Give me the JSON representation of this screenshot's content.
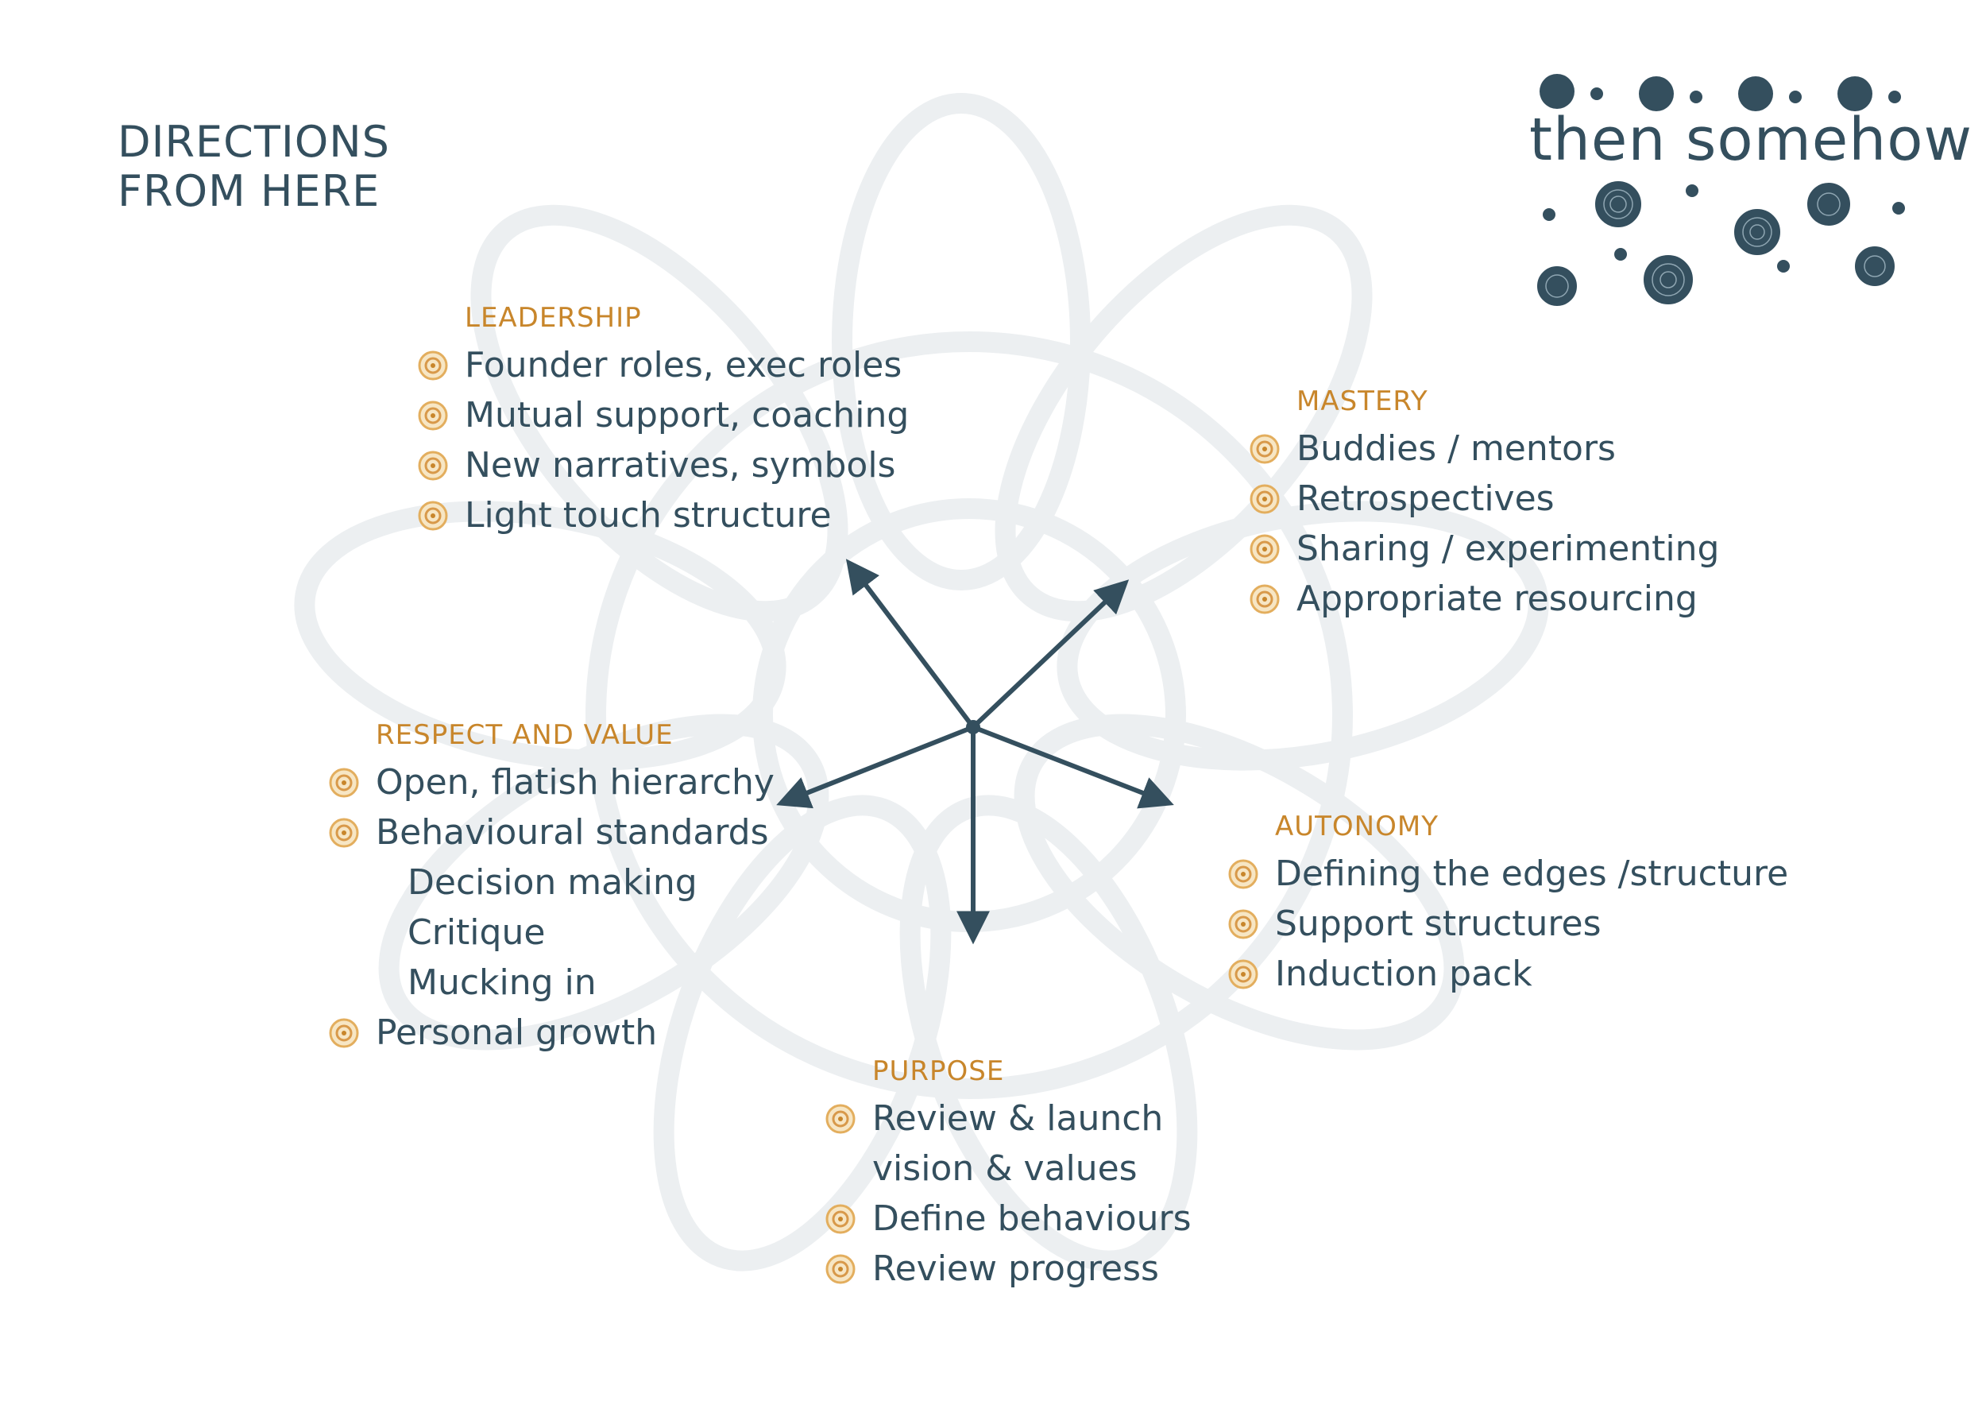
{
  "title": {
    "line1": "DIRECTIONS",
    "line2": "FROM HERE"
  },
  "logo": {
    "text": "then somehow"
  },
  "colors": {
    "text": "#344f5e",
    "heading": "#c8862b",
    "swirl": "#eceff1",
    "bullet": "#e6b46a"
  },
  "groups": {
    "leadership": {
      "heading": "LEADERSHIP",
      "items": [
        "Founder roles, exec roles",
        "Mutual support, coaching",
        "New narratives, symbols",
        "Light touch structure"
      ]
    },
    "mastery": {
      "heading": "MASTERY",
      "items": [
        "Buddies / mentors",
        "Retrospectives",
        "Sharing / experimenting",
        "Appropriate resourcing"
      ]
    },
    "respect": {
      "heading": "RESPECT AND VALUE",
      "items": [
        "Open, flatish hierarchy",
        "Behavioural standards"
      ],
      "subitems": [
        "Decision making",
        "Critique",
        "Mucking in"
      ],
      "last": "Personal growth"
    },
    "autonomy": {
      "heading": "AUTONOMY",
      "items": [
        "Defining the edges /structure",
        "Support structures",
        "Induction pack"
      ]
    },
    "purpose": {
      "heading": "PURPOSE",
      "item1_line1": "Review & launch",
      "item1_line2": "vision & values",
      "items": [
        "Define behaviours",
        "Review progress"
      ]
    }
  }
}
